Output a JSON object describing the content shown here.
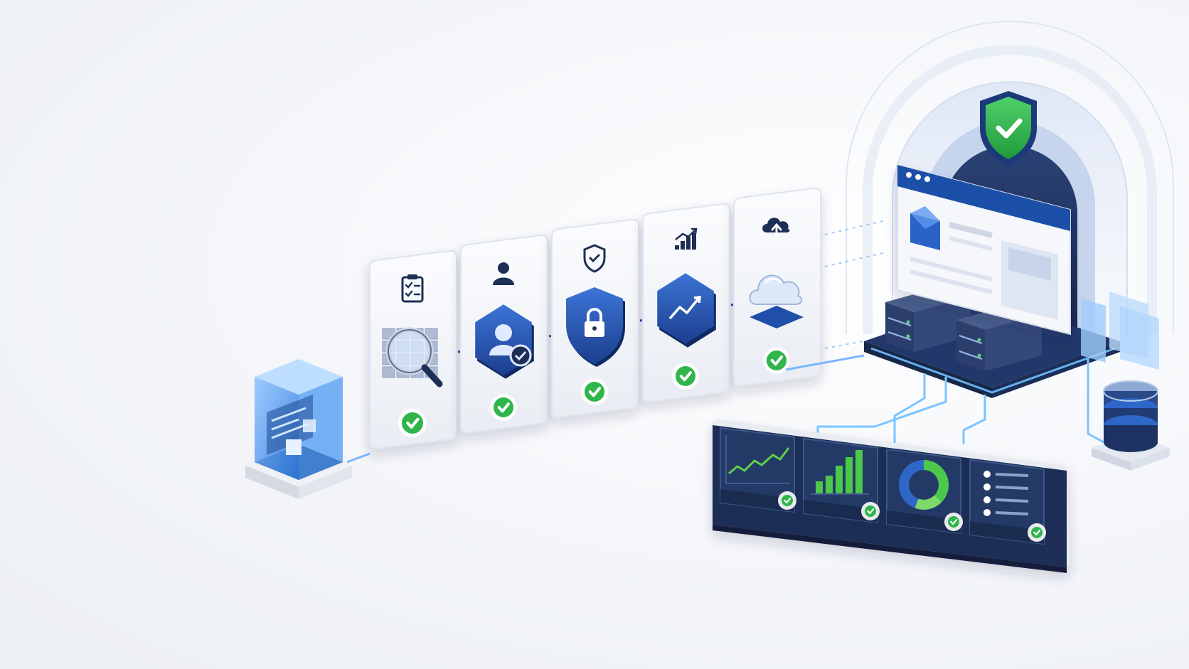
{
  "pipeline": {
    "source": {
      "icon": "code-cube-icon"
    },
    "stages": [
      {
        "top_icon": "clipboard-checklist-icon",
        "main_icon": "magnifier-grid-icon",
        "status_icon": "check-icon",
        "status": "passed"
      },
      {
        "top_icon": "user-icon",
        "main_icon": "user-shield-icon",
        "status_icon": "check-icon",
        "status": "passed"
      },
      {
        "top_icon": "shield-check-icon",
        "main_icon": "lock-shield-icon",
        "status_icon": "check-icon",
        "status": "passed"
      },
      {
        "top_icon": "bar-chart-up-icon",
        "main_icon": "trend-hexagon-icon",
        "status_icon": "check-icon",
        "status": "passed"
      },
      {
        "top_icon": "cloud-upload-icon",
        "main_icon": "cloud-server-icon",
        "status_icon": "check-icon",
        "status": "passed"
      }
    ],
    "connector_icon": "arrow-right-icon"
  },
  "deployment": {
    "shield_icon": "shield-check-icon",
    "window_icon": "browser-window-icon",
    "server_icon": "server-rack-icon",
    "database_icon": "database-icon"
  },
  "dashboard": {
    "panels": [
      {
        "icon": "line-chart-icon",
        "status_icon": "check-icon",
        "status": "passed"
      },
      {
        "icon": "bar-chart-icon",
        "status_icon": "check-icon",
        "status": "passed"
      },
      {
        "icon": "donut-chart-icon",
        "status_icon": "check-icon",
        "status": "passed"
      },
      {
        "icon": "list-icon",
        "status_icon": "check-icon",
        "status": "passed"
      }
    ]
  },
  "colors": {
    "brand_blue": "#1f4fa8",
    "navy": "#1d2f55",
    "success_green": "#2fb54a",
    "accent_light_blue": "#5aa9ff",
    "card_white": "#f4f6fa"
  }
}
